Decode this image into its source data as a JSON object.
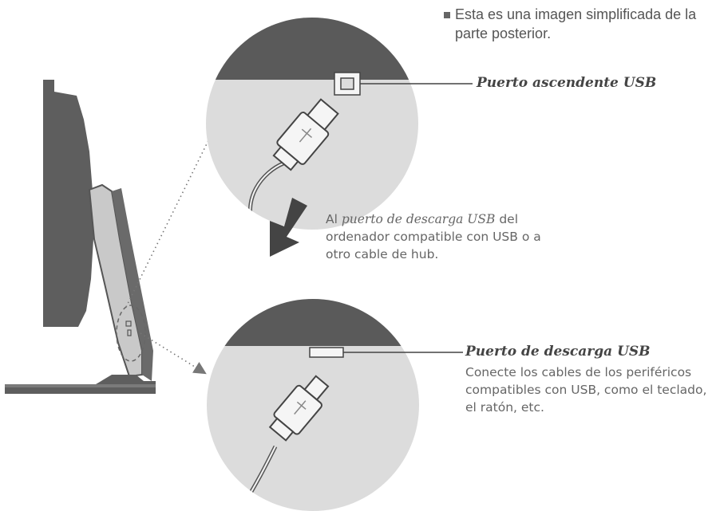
{
  "note": {
    "text": "Esta es una imagen simplificada de la parte posterior."
  },
  "upstream_port": {
    "label": "Puerto ascendente USB"
  },
  "connection_text": {
    "prefix": "Al ",
    "italic": "puerto de descarga USB",
    "rest": " del ordenador compatible con USB o a otro cable de hub."
  },
  "downstream_port": {
    "label": "Puerto de descarga USB",
    "description": "Conecte los cables de los periféricos compatibles con USB, como el teclado, el ratón, etc."
  },
  "colors": {
    "circle_fill": "#dcdcdc",
    "dark_band": "#5a5a5a",
    "monitor": "#5e5e5e",
    "stand": "#c9c9c9"
  }
}
